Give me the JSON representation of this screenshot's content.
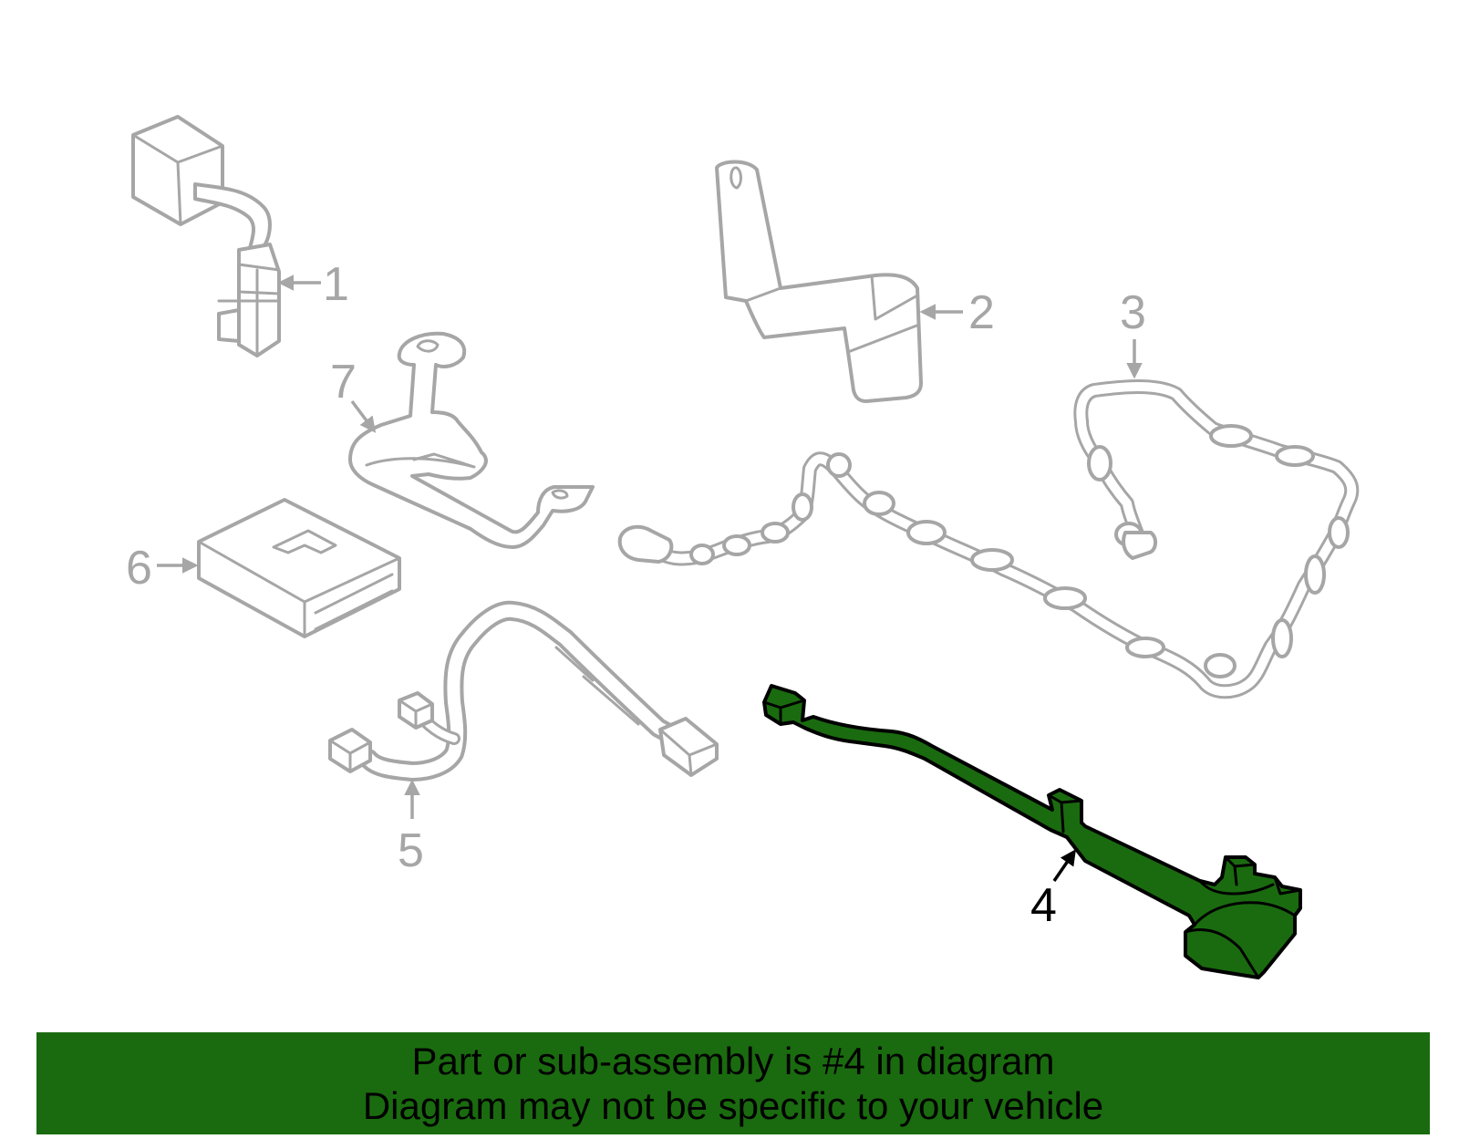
{
  "callouts": {
    "c1": "1",
    "c2": "2",
    "c3": "3",
    "c4": "4",
    "c5": "5",
    "c6": "6",
    "c7": "7"
  },
  "highlighted_part": "4",
  "colors": {
    "highlight": "#1a6b0f",
    "banner": "#1a6b0f",
    "part_outline": "#a6a6a6",
    "text": "#000000"
  },
  "banner": {
    "line1": "Part or sub-assembly is #4 in diagram",
    "line2": "Diagram may not be specific to your vehicle"
  }
}
